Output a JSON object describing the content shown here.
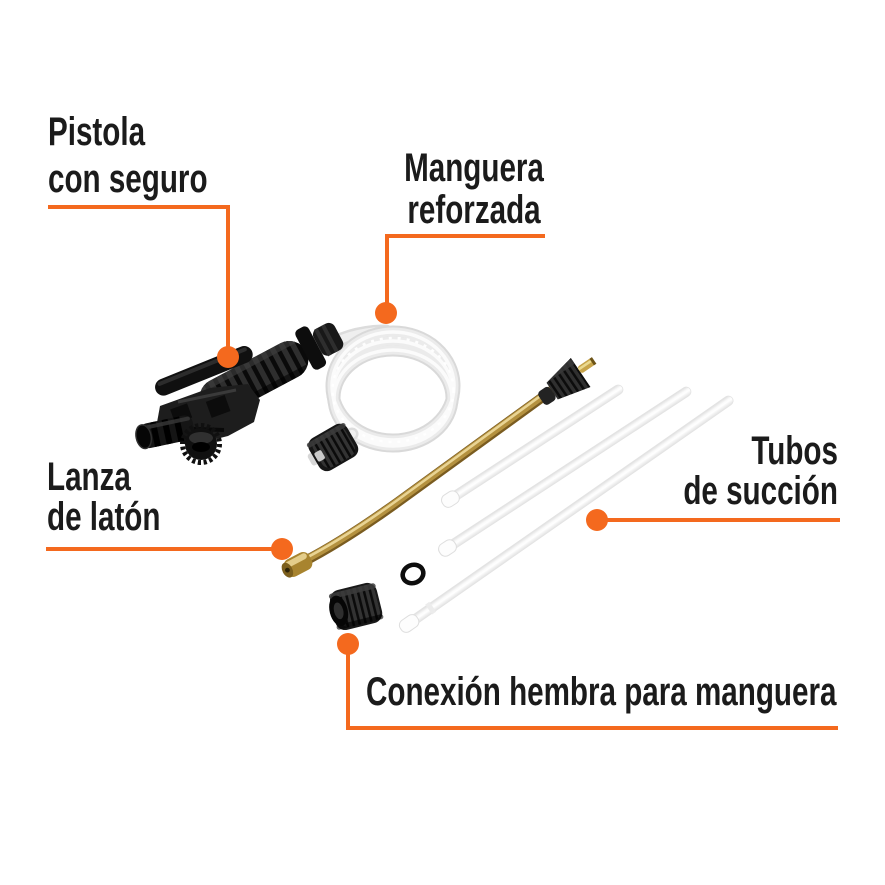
{
  "colors": {
    "accent": "#f4691e",
    "text": "#1b1b1b"
  },
  "labels": {
    "pistola": {
      "line1": "Pistola",
      "line2": "con seguro"
    },
    "manguera": {
      "line1": "Manguera",
      "line2": "reforzada"
    },
    "lanza": {
      "line1": "Lanza",
      "line2": "de latón"
    },
    "tubos": {
      "line1": "Tubos",
      "line2": "de succión"
    },
    "conexion": {
      "text": "Conexión hembra para manguera"
    }
  },
  "parts": [
    {
      "name": "spray-gun-with-lock",
      "label": "Pistola con seguro"
    },
    {
      "name": "reinforced-hose-coil",
      "label": "Manguera reforzada"
    },
    {
      "name": "brass-lance",
      "label": "Lanza de latón"
    },
    {
      "name": "suction-tubes",
      "label": "Tubos de succión",
      "count": 3
    },
    {
      "name": "female-hose-connector",
      "label": "Conexión hembra para manguera"
    },
    {
      "name": "o-ring"
    }
  ]
}
